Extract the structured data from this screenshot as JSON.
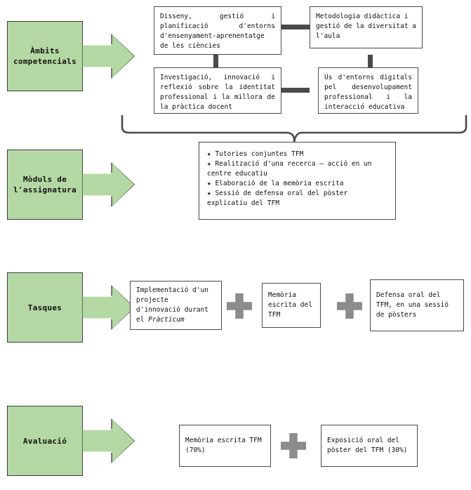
{
  "diagram": {
    "title": "Esquema competencial, mòduls, tasques i avaluació del TFM",
    "accent_green": "#b4d8a3",
    "line_color": "#4a4a4a",
    "plus_color": "#8c8c8c"
  },
  "rows": {
    "competencies": {
      "label": "Àmbits\ncompetencials",
      "boxes": [
        {
          "id": "disseny",
          "text": "Disseny, gestió i planificació d'entorns d'ensenyament-aprenentatge de les ciències"
        },
        {
          "id": "metodologia",
          "text": "Metodologia didàctica i gestió de la diversitat a l'aula"
        },
        {
          "id": "investigacio",
          "text": "Investigació, innovació i reflexió sobre la identitat professional i la millora de la pràctica docent"
        },
        {
          "id": "entorns-digitals",
          "text": "Ús d'entorns digitals pel desenvolupament professional i la interacció educativa"
        }
      ]
    },
    "modules": {
      "label": "Mòduls de\nl'assignatura",
      "bullet_char": "★",
      "items": [
        "Tutories conjuntes TFM",
        "Realització d'una recerca – acció en un centre educatiu",
        "Elaboració de la memòria escrita",
        "Sessió de defensa oral del pòster explicatiu del TFM"
      ]
    },
    "tasks": {
      "label": "Tasques",
      "boxes": [
        {
          "id": "implementacio",
          "text_before": "Implementació d'un projecte d'innovació durant el ",
          "text_italic": "Pràcticum",
          "text_after": ""
        },
        {
          "id": "memoria",
          "text": "Memòria escrita del TFM"
        },
        {
          "id": "defensa",
          "text": "Defensa oral del TFM, en una sessió de pòsters"
        }
      ],
      "operators": [
        "+",
        "+"
      ]
    },
    "assessment": {
      "label": "Avaluació",
      "boxes": [
        {
          "id": "memoria-tfm",
          "text": "Memòria escrita TFM (70%)"
        },
        {
          "id": "exposicio-oral",
          "text": "Exposició oral del pòster del TFM (30%)"
        }
      ],
      "operators": [
        "+"
      ]
    }
  }
}
